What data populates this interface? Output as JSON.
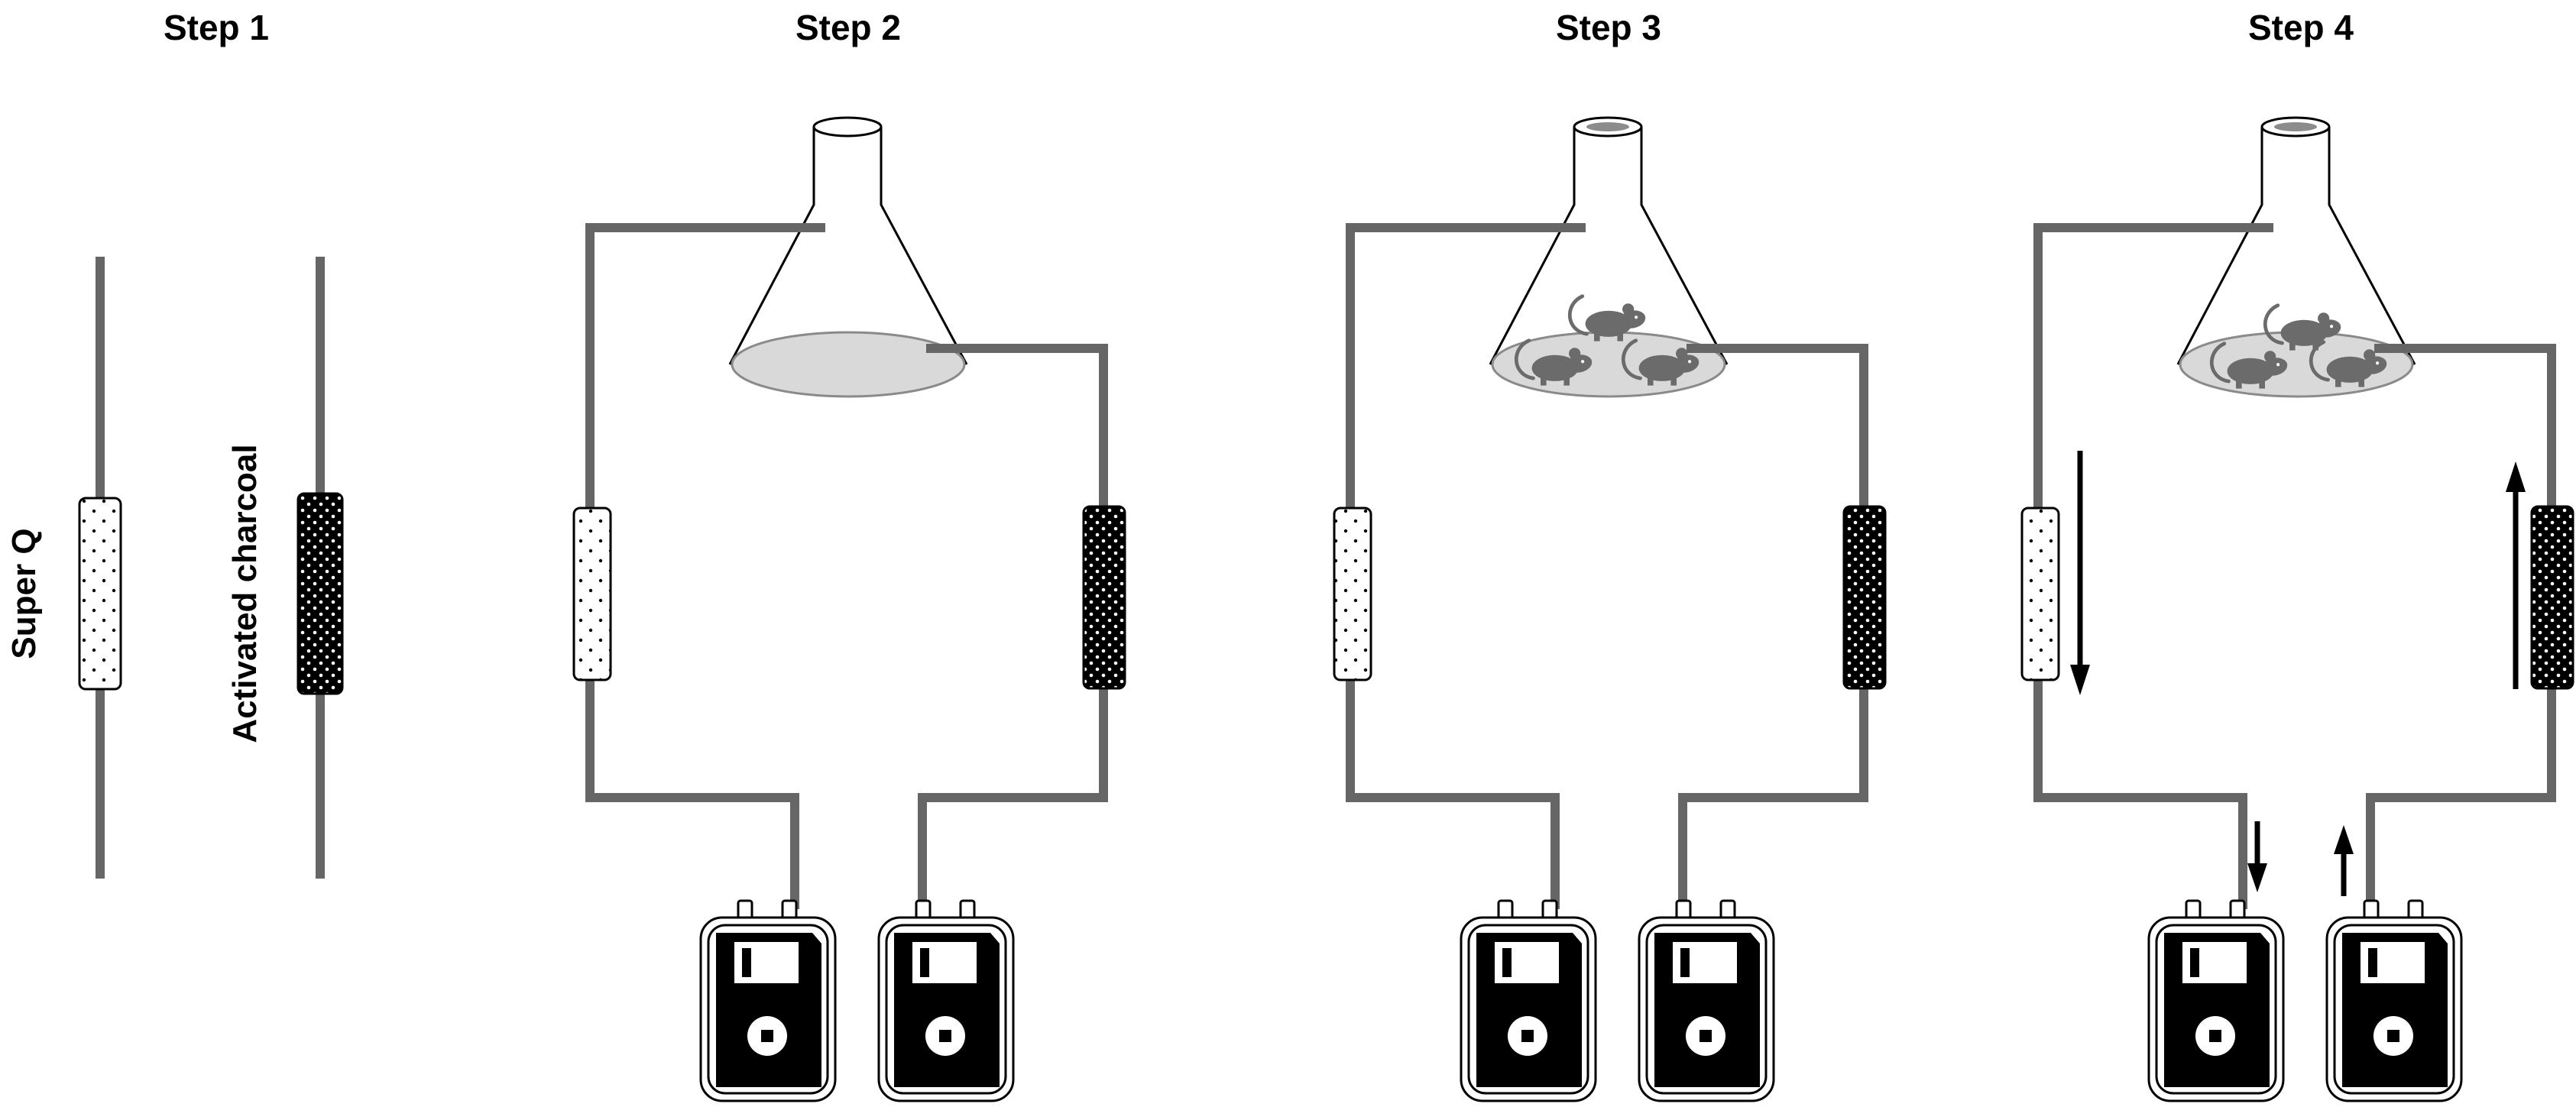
{
  "steps": [
    {
      "title": "Step 1"
    },
    {
      "title": "Step 2"
    },
    {
      "title": "Step 3"
    },
    {
      "title": "Step 4"
    }
  ],
  "labels": {
    "super_q": "Super Q",
    "activated_charcoal": "Activated charcoal"
  },
  "colors": {
    "tubing": "#666666",
    "super_q_cartridge": "#ffffff",
    "charcoal_cartridge": "#000000",
    "bedding": "#d9d9d9",
    "mouse": "#6b6b6b"
  },
  "icons": {
    "flask": "erlenmeyer-flask-icon",
    "mouse": "mouse-icon",
    "pump": "air-pump-icon",
    "arrow": "flow-arrow-icon"
  }
}
